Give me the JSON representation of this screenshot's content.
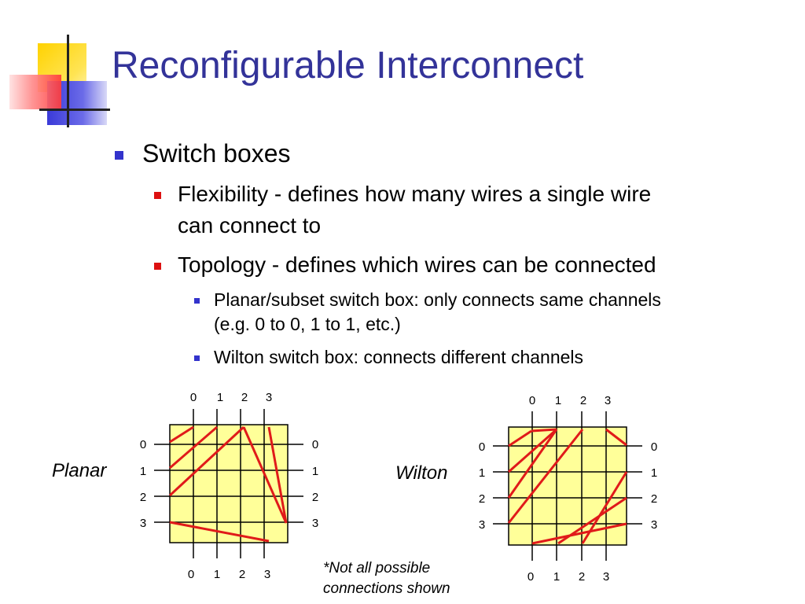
{
  "slide": {
    "title": "Reconfigurable Interconnect",
    "bullets": {
      "l1_switch_boxes": "Switch boxes",
      "l2_flexibility_line1": "Flexibility - defines how many wires a single wire",
      "l2_flexibility_line2": "can connect to",
      "l2_topology": "Topology - defines which wires can be connected",
      "l3_planar_line1": "Planar/subset switch box: only connects same channels",
      "l3_planar_line2": "(e.g. 0 to 0, 1 to 1, etc.)",
      "l3_wilton": "Wilton switch box: connects different channels"
    }
  },
  "colors": {
    "title": "#333399",
    "box_fill": "#ffff99",
    "connection": "#e01a1a",
    "l1_marker": "#3333cc",
    "l2_marker": "#dd1111"
  },
  "diagrams": {
    "planar": {
      "label": "Planar",
      "top_labels": [
        "0",
        "1",
        "2",
        "3"
      ],
      "bottom_labels": [
        "0",
        "1",
        "2",
        "3"
      ],
      "left_labels": [
        "0",
        "1",
        "2",
        "3"
      ],
      "right_labels": [
        "0",
        "1",
        "2",
        "3"
      ]
    },
    "wilton": {
      "label": "Wilton",
      "top_labels": [
        "0",
        "1",
        "2",
        "3"
      ],
      "bottom_labels": [
        "0",
        "1",
        "2",
        "3"
      ],
      "left_labels": [
        "0",
        "1",
        "2",
        "3"
      ],
      "right_labels": [
        "0",
        "1",
        "2",
        "3"
      ]
    }
  },
  "footnote": {
    "line1": "*Not all possible",
    "line2": "connections shown"
  }
}
